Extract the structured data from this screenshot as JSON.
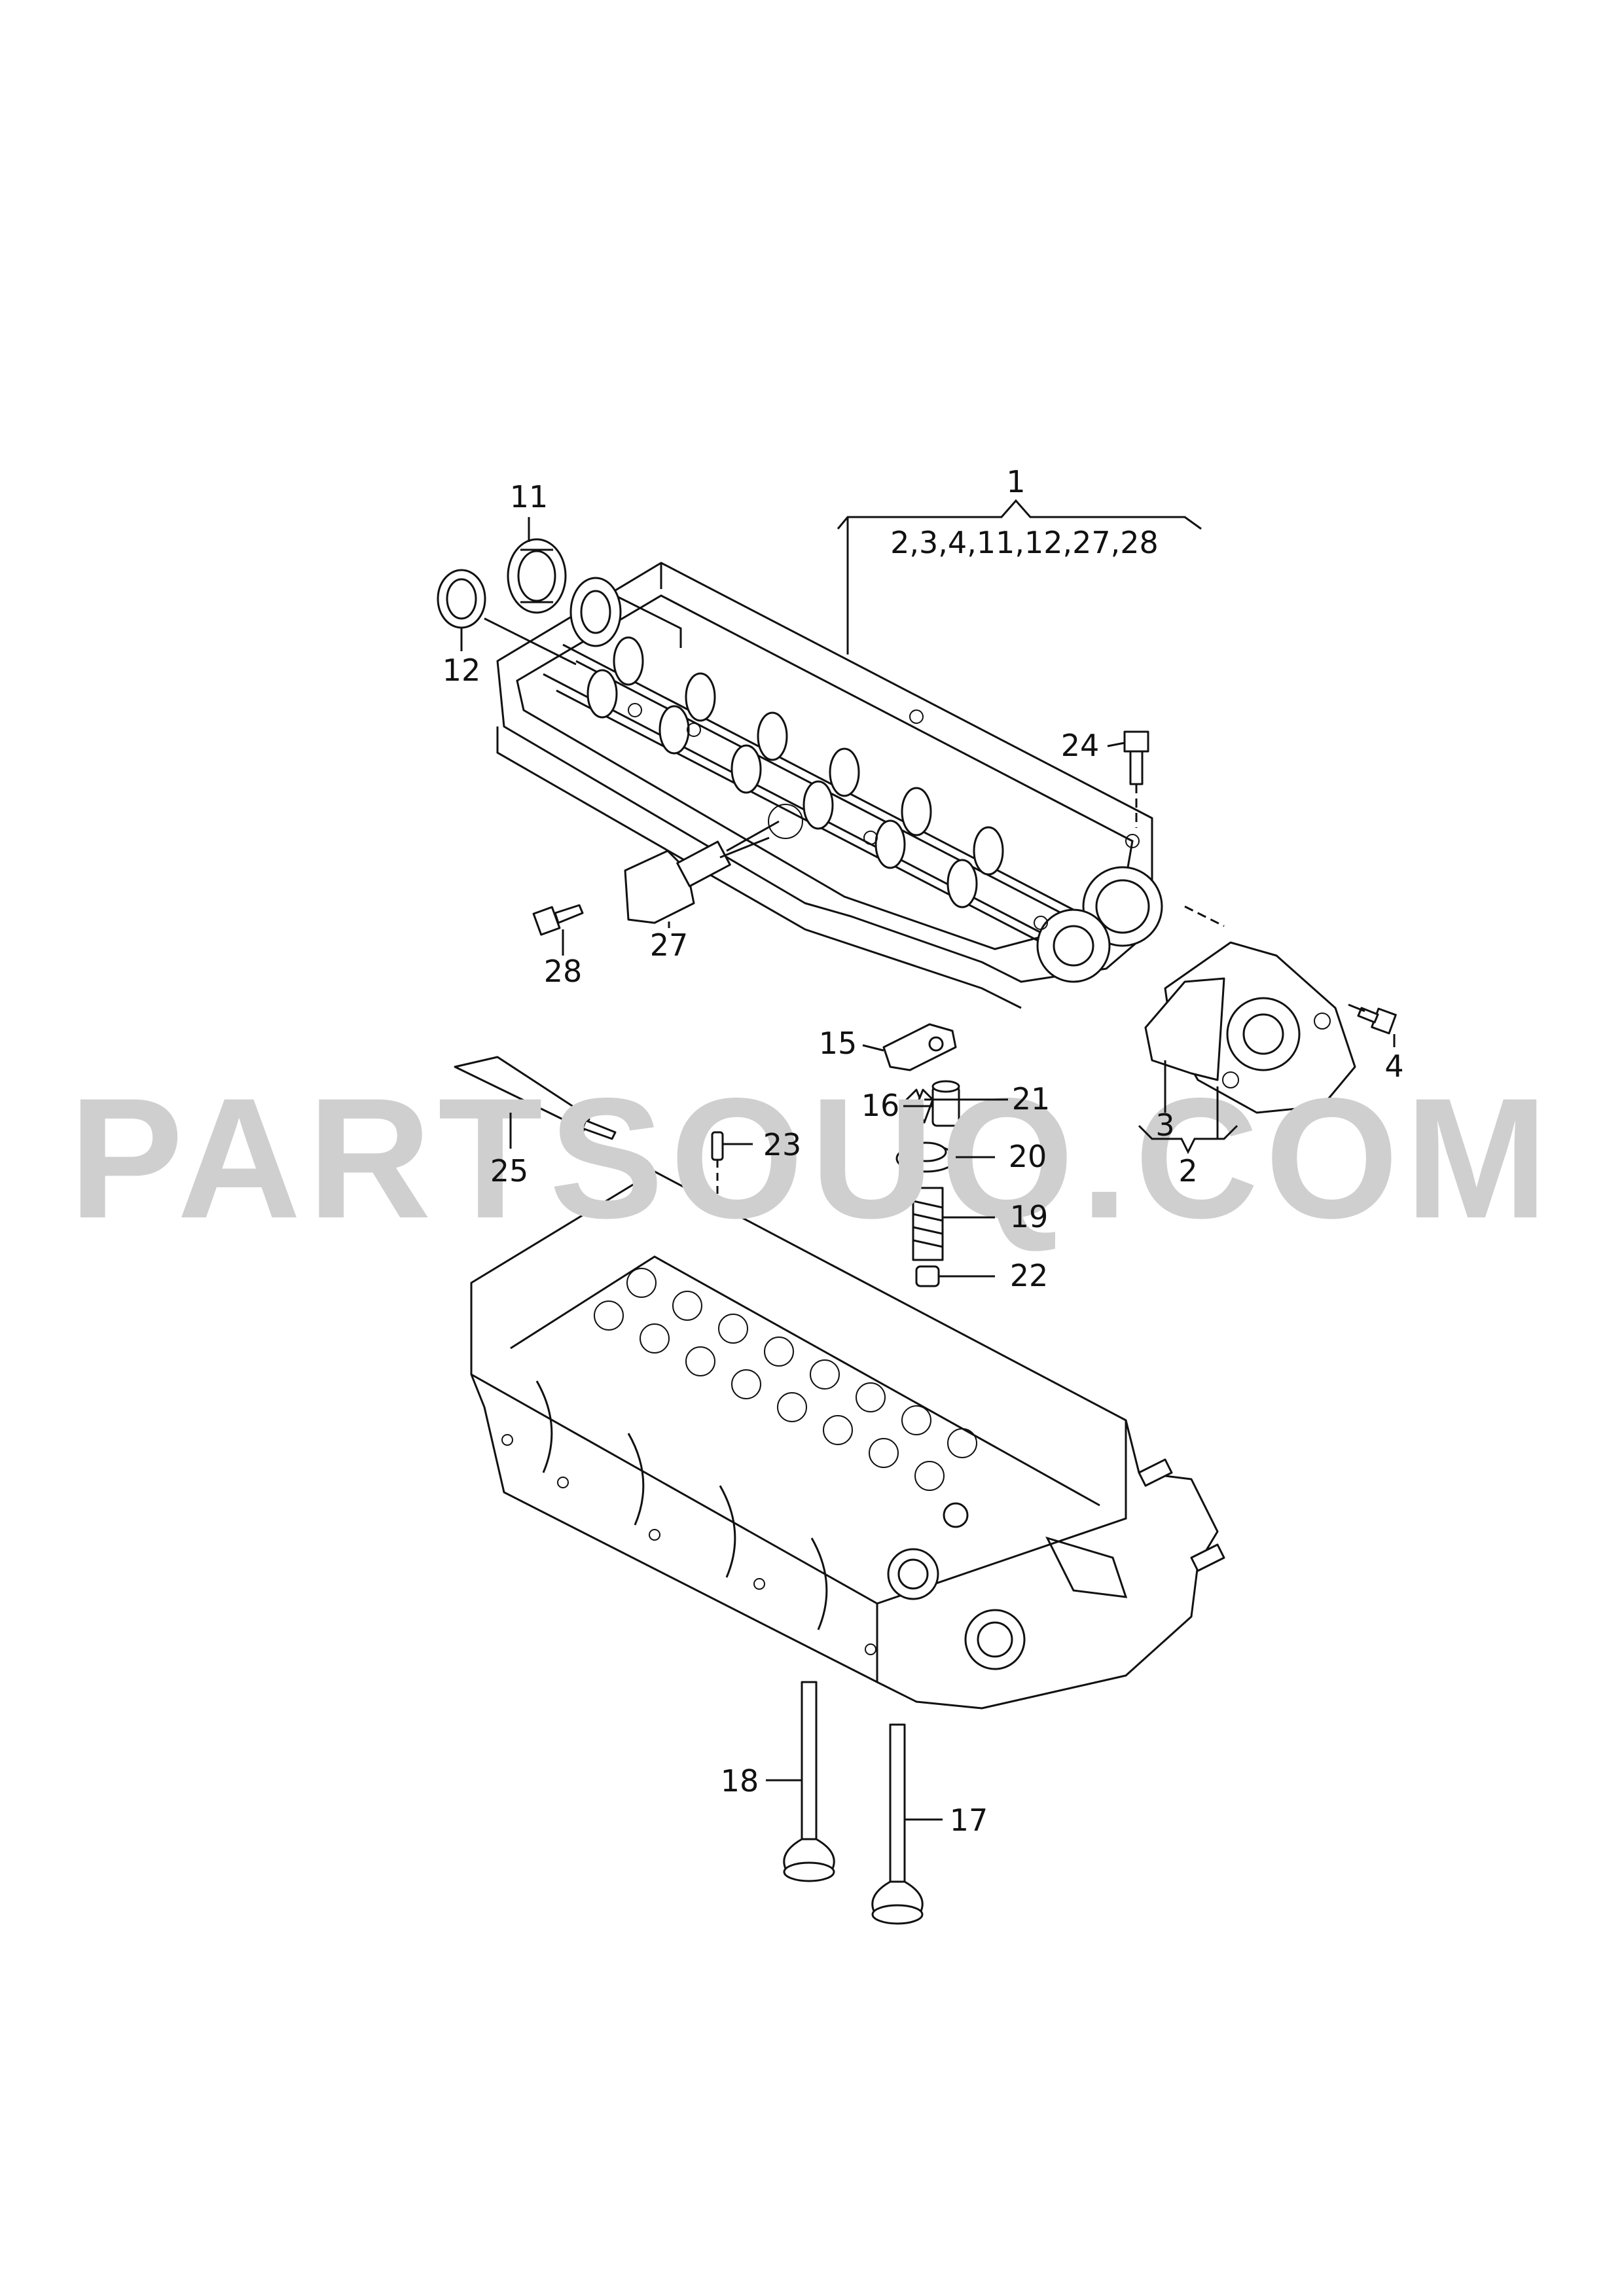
{
  "watermark": "PARTSOUQ.COM",
  "callouts": {
    "c1": "1",
    "c1_sub": "2,3,4,11,12,27,28",
    "c2": "2",
    "c3": "3",
    "c4": "4",
    "c11": "11",
    "c12": "12",
    "c15": "15",
    "c16": "16",
    "c17": "17",
    "c18": "18",
    "c19": "19",
    "c20": "20",
    "c21": "21",
    "c22": "22",
    "c23": "23",
    "c24": "24",
    "c25": "25",
    "c27": "27",
    "c28": "28"
  },
  "colors": {
    "ink": "#111111",
    "watermark": "#cfcfcf",
    "background": "#ffffff"
  }
}
